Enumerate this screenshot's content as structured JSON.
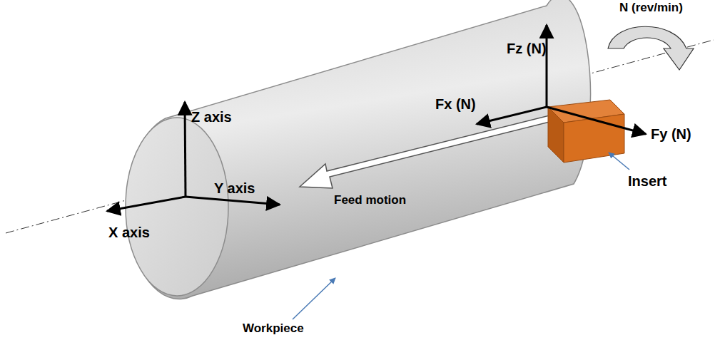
{
  "diagram": {
    "labels": [
      "N (rev/min)",
      "Fz (N)",
      "Fx (N)",
      "Fy (N)",
      "Z axis",
      "Y axis",
      "X axis",
      "Feed motion",
      "Insert",
      "Workpiece"
    ]
  }
}
